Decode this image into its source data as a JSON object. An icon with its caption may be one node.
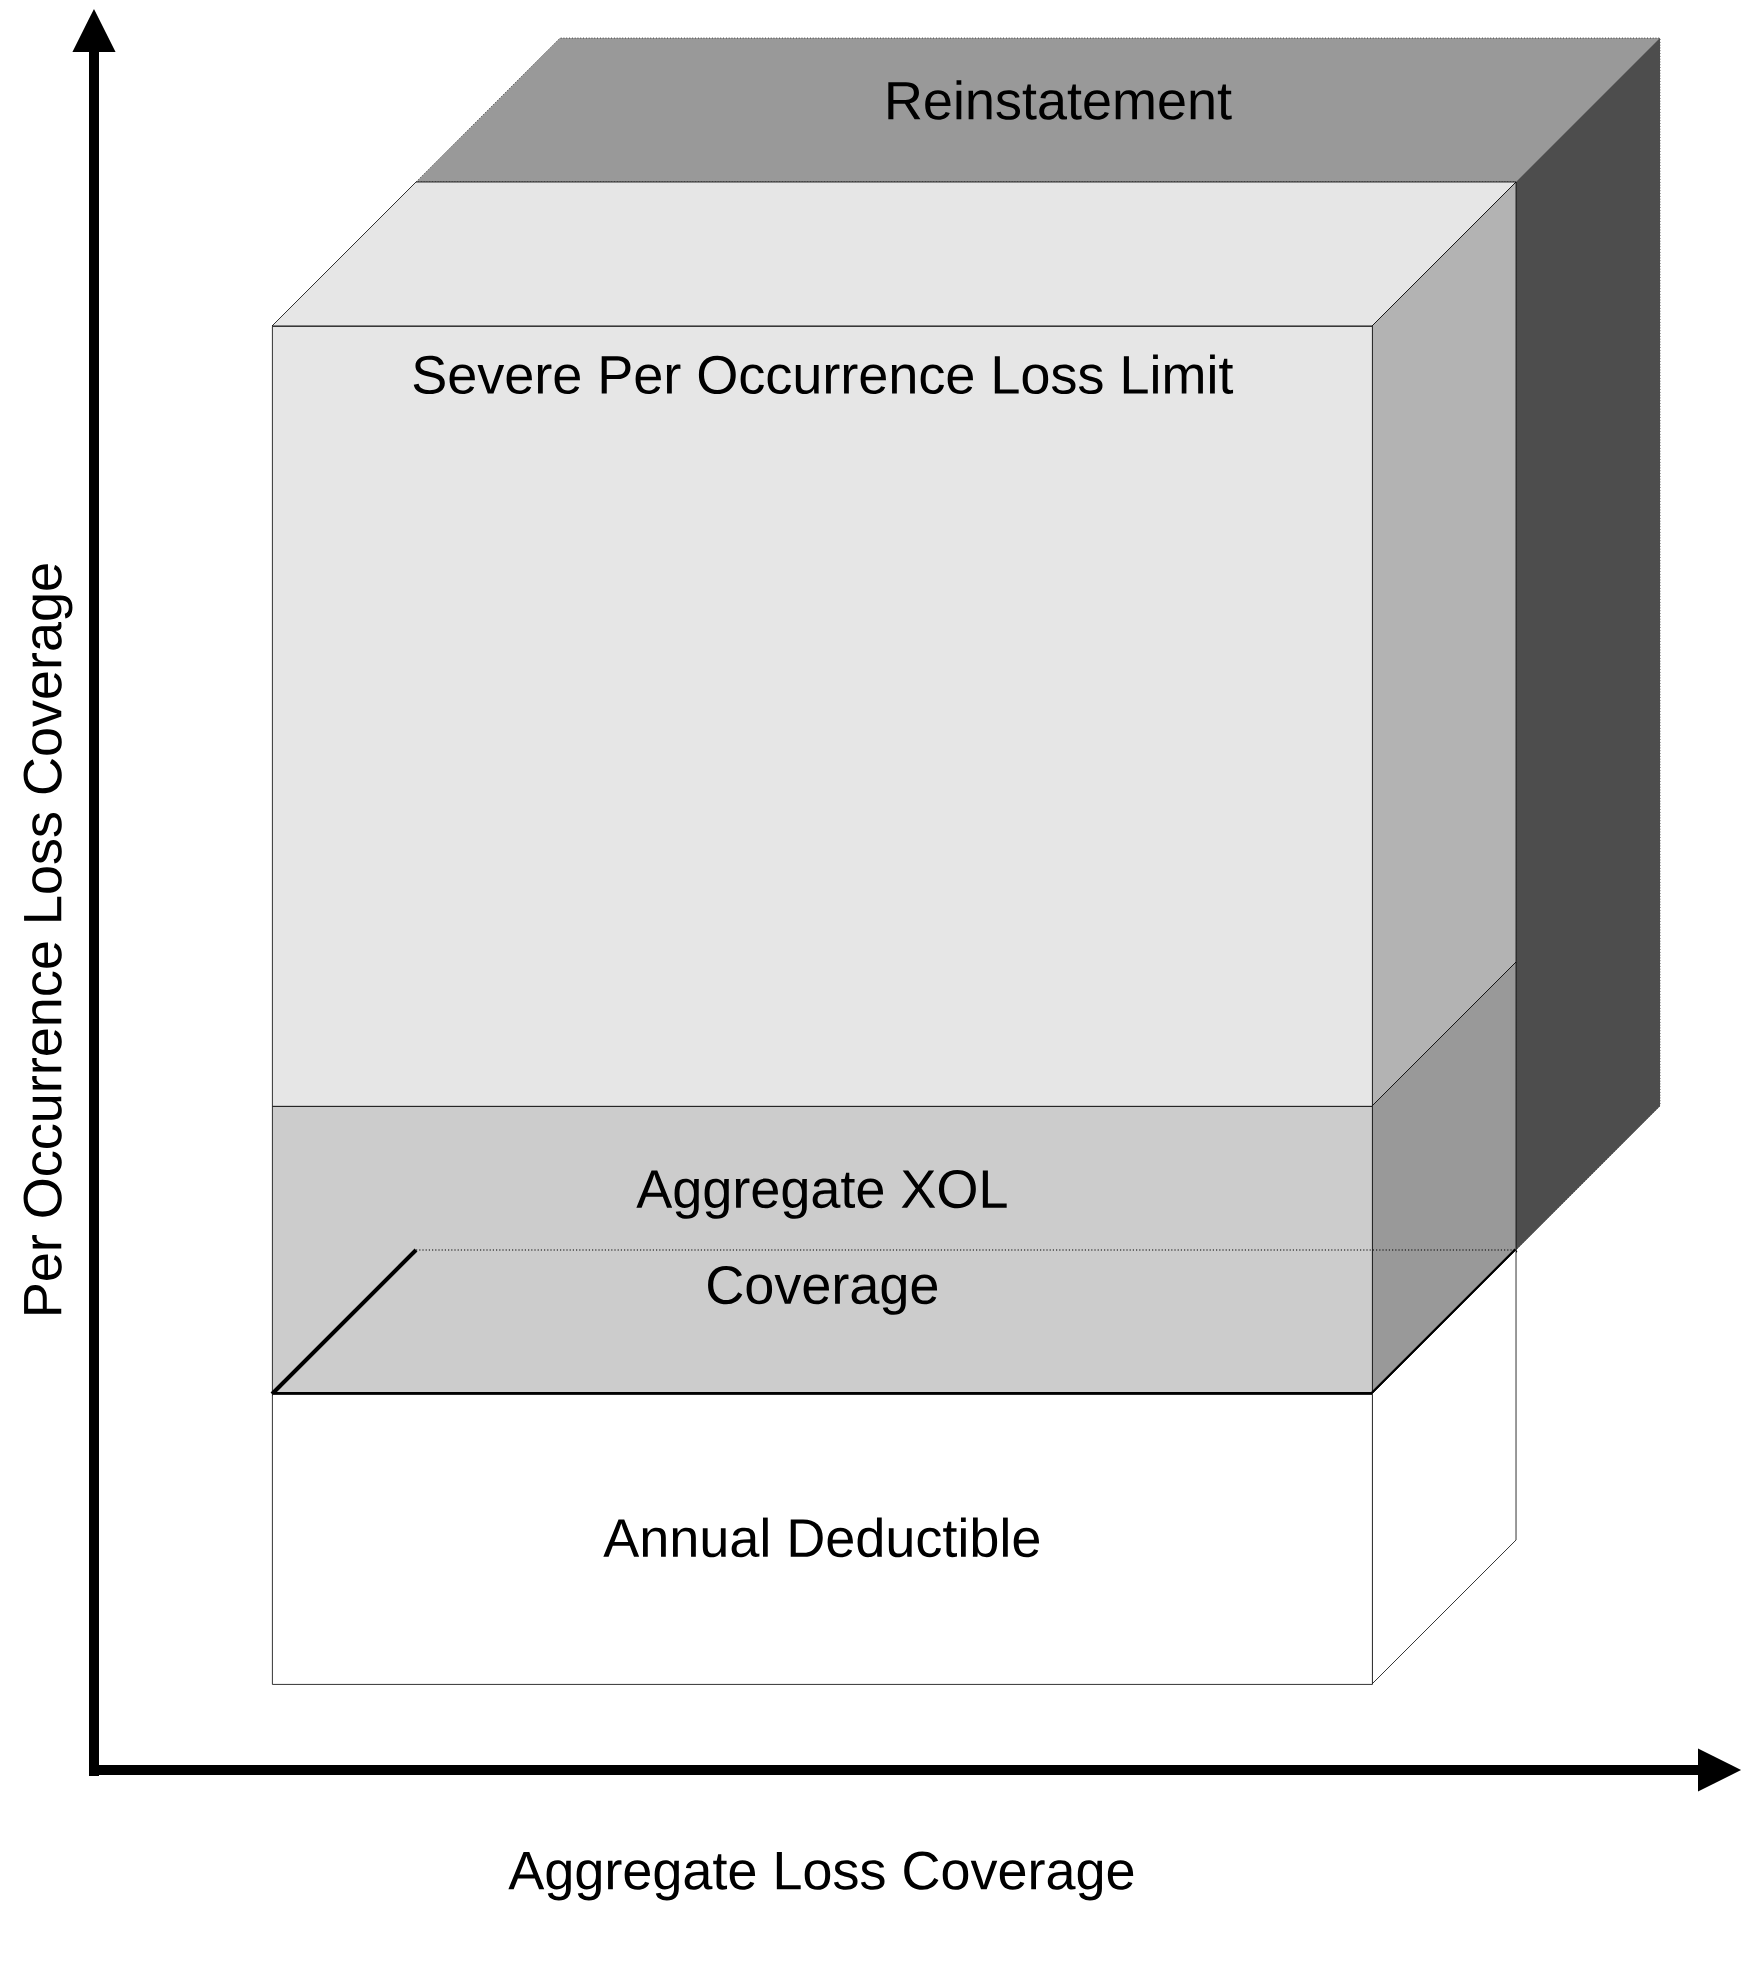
{
  "diagram": {
    "nodes": [
      {
        "text": [
          "Reinstatement"
        ]
      },
      {
        "text": [
          "Severe Per Occurrence Loss Limit"
        ]
      },
      {
        "text": [
          "Aggregate XOL Coverage"
        ]
      },
      {
        "text": [
          "Annual Deductible"
        ]
      }
    ],
    "labels": [
      "Per Occurrence Loss Coverage",
      "Aggregate Loss Coverage"
    ]
  }
}
